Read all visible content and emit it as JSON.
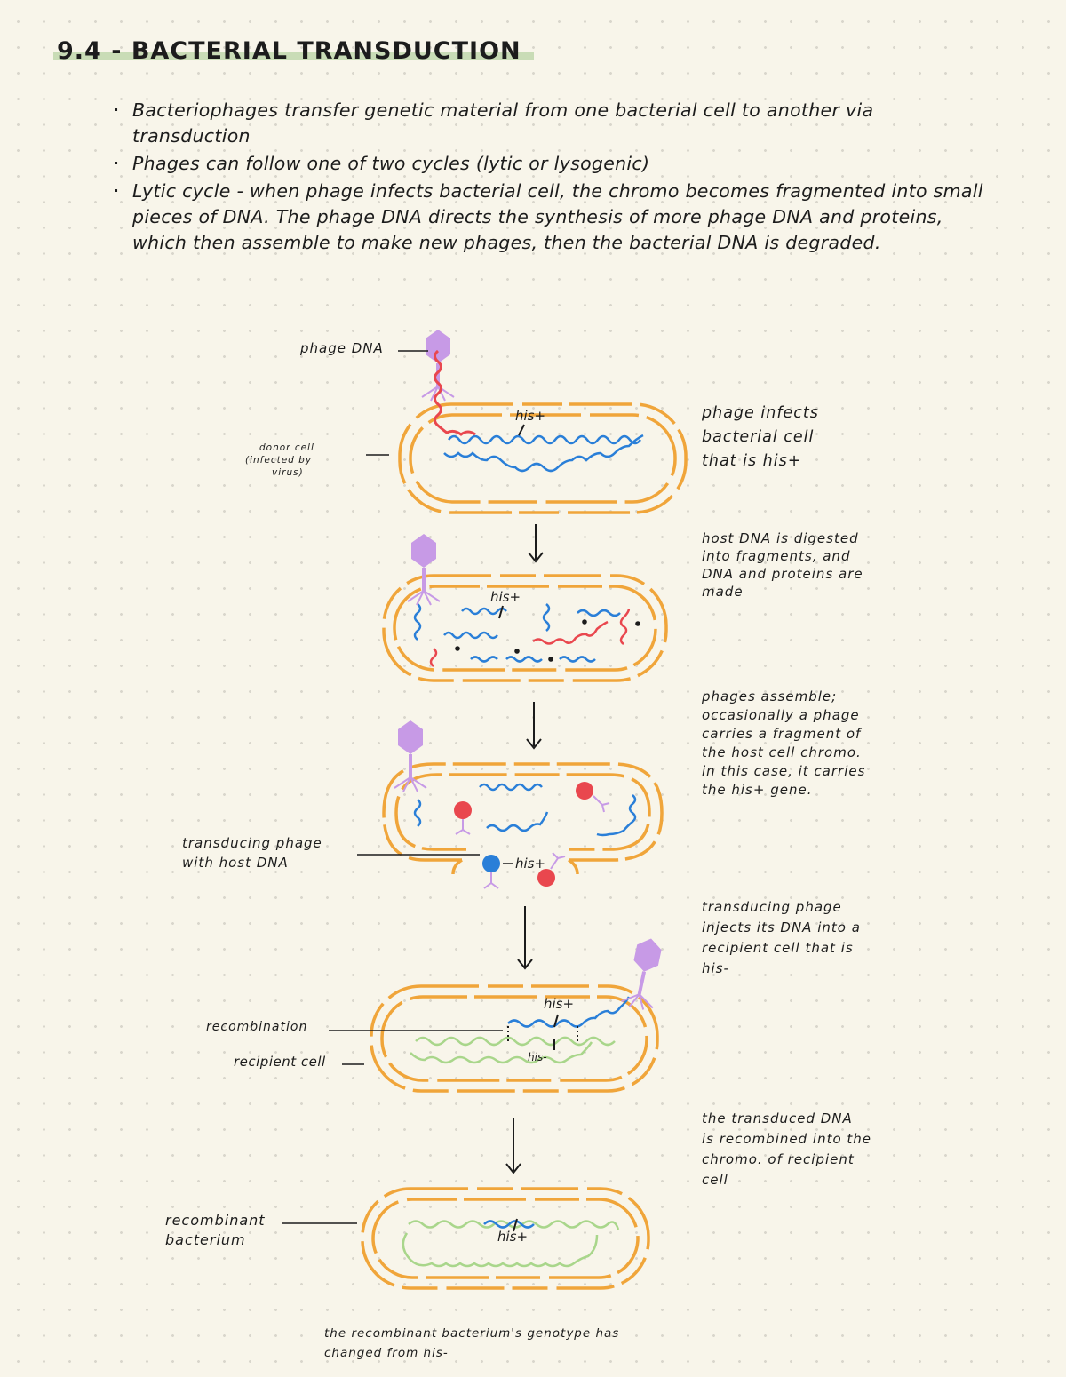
{
  "title": "9.4 - BACTERIAL TRANSDUCTION",
  "bullets": [
    "Bacteriophages transfer genetic material from one bacterial cell to another via transduction",
    "Phages can follow one of two cycles (lytic or lysogenic)",
    "Lytic cycle - when phage infects bacterial cell, the chromo becomes fragmented into small pieces of DNA. The phage DNA directs the synthesis of more phage DNA and proteins, which then assemble to make new phages, then the bacterial DNA is degraded."
  ],
  "labels": {
    "phage_dna": "phage DNA",
    "donor_cell_1": "donor cell",
    "donor_cell_2": "(infected by",
    "donor_cell_3": "virus)",
    "transducing_1": "transducing phage",
    "transducing_2": "with host DNA",
    "recombination": "recombination",
    "recipient_cell": "recipient cell",
    "recombinant_1": "recombinant",
    "recombinant_2": "bacterium"
  },
  "gene_labels": {
    "his_plus": "his+",
    "his_minus": "his-"
  },
  "steps": [
    [
      "phage infects",
      "bacterial cell",
      "that is his+"
    ],
    [
      "host DNA is digested",
      "into fragments, and",
      "DNA and proteins are",
      "made"
    ],
    [
      "phages assemble;",
      "occasionally a phage",
      "carries a fragment of",
      "the host cell chromo.",
      "in this case, it carries",
      "the his+ gene."
    ],
    [
      "transducing phage",
      "injects its DNA into a",
      "recipient cell that is",
      "his-"
    ],
    [
      "the transduced DNA",
      "is recombined into the",
      "chromo. of recipient",
      "cell"
    ]
  ],
  "footer": [
    "the recombinant bacterium's genotype has",
    "changed from his-"
  ],
  "colors": {
    "membrane": "#f0a53a",
    "host_dna": "#2a7fd8",
    "phage_dna": "#e9474e",
    "recipient_dna": "#a9d68b",
    "phage": "#c79ae6",
    "highlight": "#c9dcb6"
  }
}
